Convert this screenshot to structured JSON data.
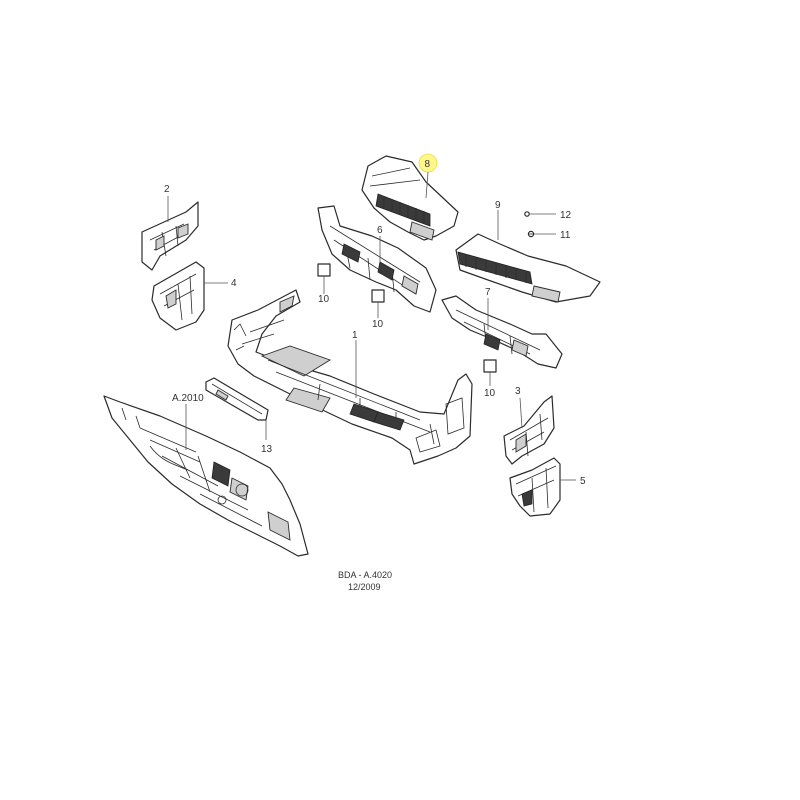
{
  "callouts": {
    "c1": "1",
    "c2": "2",
    "c3": "3",
    "c4": "4",
    "c5": "5",
    "c6": "6",
    "c7": "7",
    "c8": "8",
    "c9": "9",
    "c10a": "10",
    "c10b": "10",
    "c10c": "10",
    "c11": "11",
    "c12": "12",
    "c13": "13",
    "ref": "A.2010"
  },
  "footer": {
    "code": "BDA - A.4020",
    "date": "12/2009"
  },
  "colors": {
    "highlight": "#fff78a",
    "line": "#2b2b2b"
  }
}
